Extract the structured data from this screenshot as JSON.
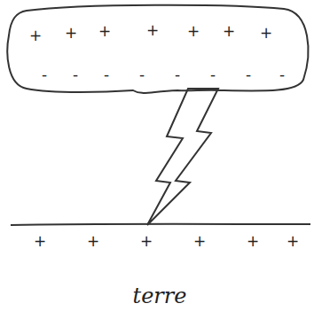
{
  "diagram": {
    "labels": [
      "+",
      "+",
      "+",
      "+",
      "+",
      "+",
      "+",
      "-",
      "-",
      "-",
      "-",
      "-",
      "-",
      "-",
      "-",
      "+",
      "+",
      "+",
      "+",
      "+",
      "+",
      "terre"
    ]
  }
}
